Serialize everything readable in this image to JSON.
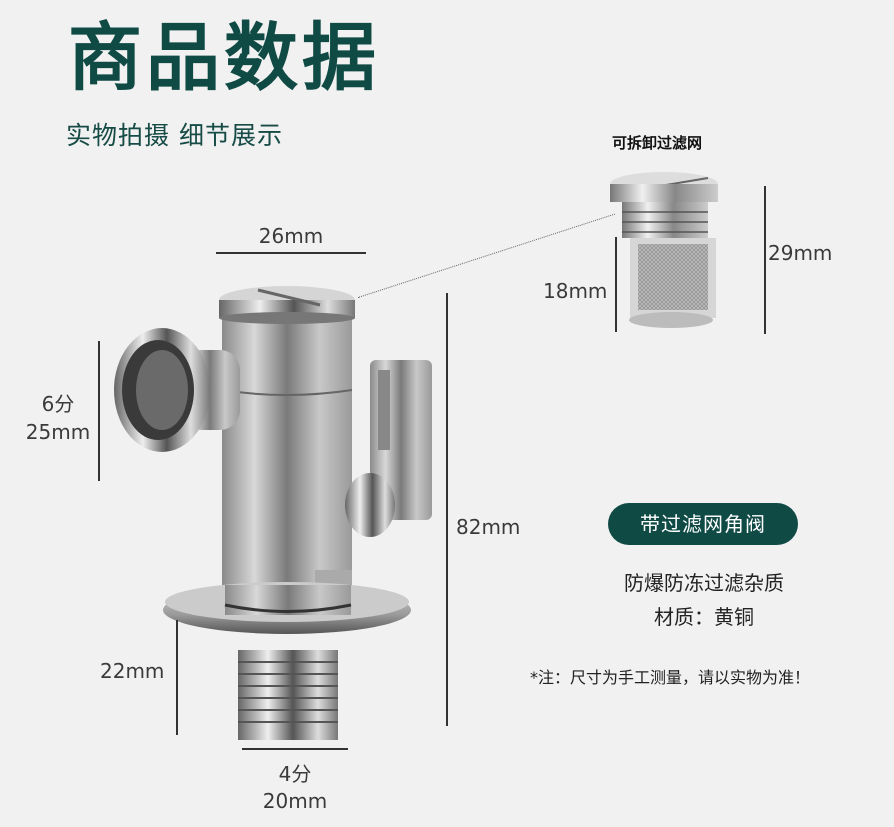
{
  "header": {
    "title": "商品数据",
    "subtitle": "实物拍摄 细节展示"
  },
  "filter_callout": {
    "label": "可拆卸过滤网",
    "dimensions": {
      "total_height": "29mm",
      "mesh_height": "18mm"
    }
  },
  "valve_dimensions": {
    "top_width": "26mm",
    "inlet_size_fen": "6分",
    "inlet_size_mm": "25mm",
    "total_height": "82mm",
    "thread_length": "22mm",
    "outlet_size_fen": "4分",
    "outlet_size_mm": "20mm"
  },
  "product_info": {
    "badge": "带过滤网角阀",
    "feature": "防爆防冻过滤杂质",
    "material": "材质：黄铜",
    "note": "*注：尺寸为手工测量，请以实物为准！"
  },
  "colors": {
    "brand_green": "#0f4a45",
    "background": "#f1f1f1"
  },
  "icons": {
    "product_image": "angle-valve-photo",
    "filter_image": "filter-mesh-photo"
  }
}
